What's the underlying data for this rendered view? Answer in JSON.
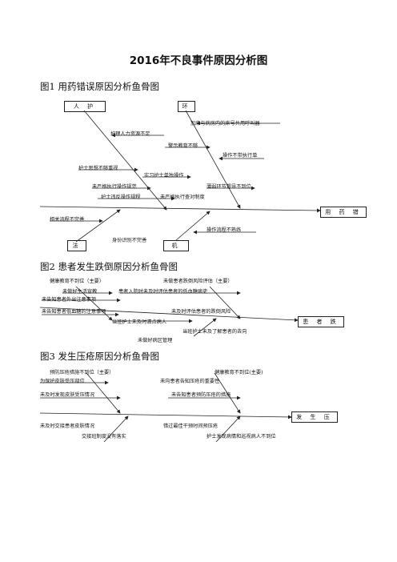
{
  "doc_title": "2016年不良事件原因分析图",
  "figure1": {
    "heading": "图1  用药错误原因分析鱼骨图",
    "box_people": "人 护",
    "box_env": "环",
    "box_law": "法",
    "box_machine": "机",
    "box_result": "用 药 错",
    "labels": [
      "加床与病房内的床号共用呼叫器",
      "护理人力资源不足",
      "警示教育不够",
      "操作不带执行单",
      "护士思想不够重视",
      "实习护士单独操作",
      "未严格执行操作规范",
      "薄弱环节督导不到位",
      "护士违反操作规程",
      "未严格执行查对制度",
      "相关流程不完善",
      "操作流程不熟练",
      "身份识别不完善"
    ]
  },
  "figure2": {
    "heading": "图2  患者发生跌倒原因分析鱼骨图",
    "box_result": "患 者 跌",
    "labels": [
      "健康教育不到位（主要）",
      "未做患者跌倒风险评估（主要）",
      "未做好生活宣教",
      "患者入院时未及时评估患者的低血糖病史",
      "未告知患者外出注意事项",
      "未告知患者低血糖的注意事项",
      "未及时评估患者的跌倒风险",
      "当班护士未及时清点病人",
      "当班护士未及了解患者的去向",
      "未做好病区管理"
    ]
  },
  "figure3": {
    "heading": "图3  发生压疮原因分析鱼骨图",
    "box_result": "发 生 压",
    "labels": [
      "预防压疮措施不到位（主要）",
      "健康教育不到位(主要)",
      "为保护皮肤受压部位",
      "未向患者告知压疮的重要性",
      "未及时发现皮肤受压情况",
      "未告知患者预防压疮的措施",
      "未及时交接患者皮肤情况",
      "错过最佳干预时间预压疮",
      "交接班制度没有落实",
      "护士发现病情和巡视病人不到位"
    ]
  }
}
